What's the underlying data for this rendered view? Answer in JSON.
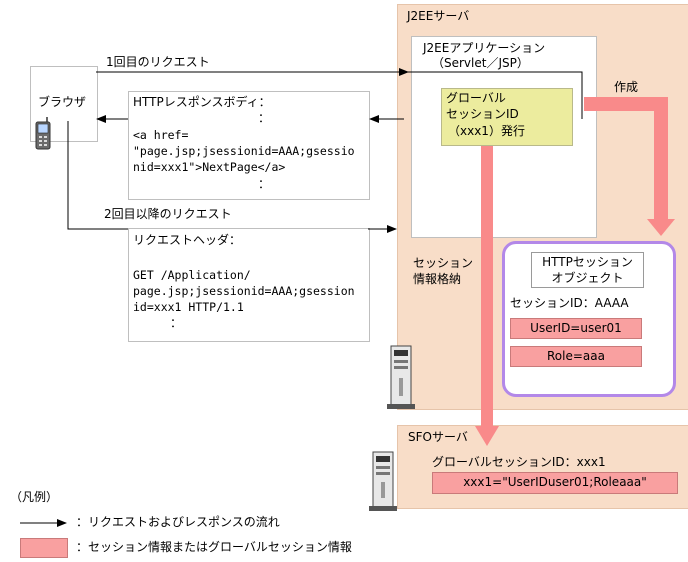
{
  "j2ee_server": {
    "title": "J2EEサーバ",
    "application_title_line1": "J2EEアプリケーション",
    "application_title_line2": "（Servlet／JSP）",
    "global_session_line1": "グローバル",
    "global_session_line2": "セッションID",
    "global_session_line3": "（xxx1）発行",
    "create_label": "作成",
    "session_store_line1": "セッション",
    "session_store_line2": "情報格納"
  },
  "http_session": {
    "title_line1": "HTTPセッション",
    "title_line2": "オブジェクト",
    "session_id": "セッションID：AAAA",
    "user_attr": "UserID=user01",
    "role_attr": "Role=aaa"
  },
  "sfo_server": {
    "title": "SFOサーバ",
    "global_session_id": "グローバルセッションID：xxx1",
    "entry": "xxx1=\"UserIDuser01;Roleaaa\""
  },
  "browser": {
    "label": "ブラウザ"
  },
  "first_request": {
    "label": "1回目のリクエスト"
  },
  "response_body": {
    "title": "HTTPレスポンスボディ：",
    "ellipsis_top": "：",
    "line1": "<a href=",
    "line2": "\"page.jsp;jsessionid=AAA;gsessio",
    "line3": "nid=xxx1\">NextPage</a>",
    "ellipsis_bottom": "："
  },
  "second_request": {
    "label": "2回目以降のリクエスト"
  },
  "request_header": {
    "title": "リクエストヘッダ：",
    "line1": "GET /Application/",
    "line2": "page.jsp;jsessionid=AAA;gsession",
    "line3": "id=xxx1 HTTP/1.1",
    "ellipsis": "："
  },
  "legend": {
    "title": "（凡例）",
    "arrow_desc": "：リクエストおよびレスポンスの流れ",
    "swatch_desc": "：セッション情報またはグローバルセッション情報"
  },
  "colors": {
    "server_panel": "#f8ddc8",
    "session_info": "#f9a0a0",
    "flow_arrow": "#f98a8a",
    "global_id_box": "#ecec9e",
    "http_session_border": "#b388e8"
  }
}
